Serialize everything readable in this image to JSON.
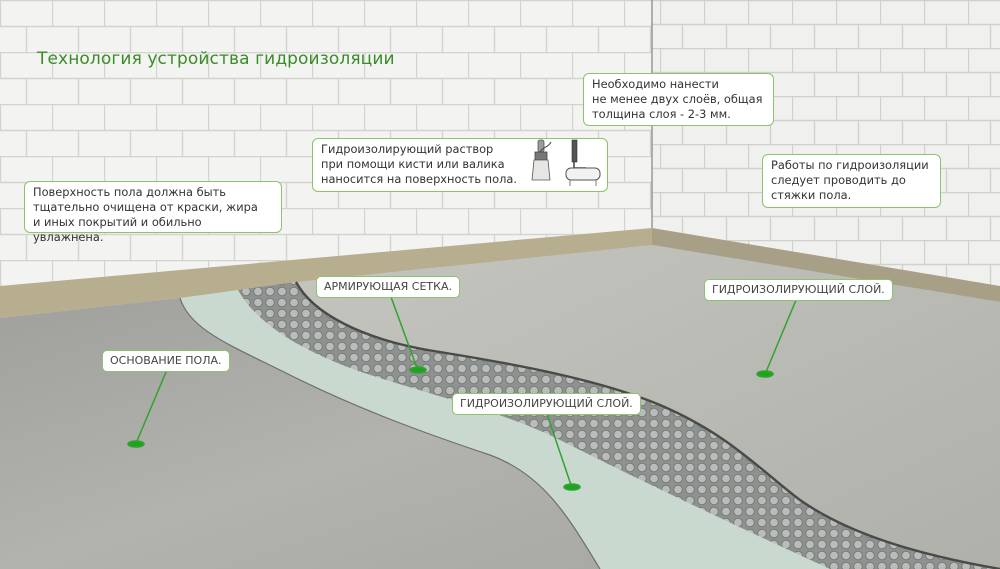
{
  "title": "Технология устройства гидроизоляции",
  "notes": {
    "surface_prep": "Поверхность пола  должна быть\nтщательно очищена от краски, жира\nи иных покрытий и обильно увлажнена.",
    "application": "Гидроизолирующий раствор\nпри помощи кисти или валика\nнаносится на поверхность пола.",
    "layers": "Необходимо нанести\nне менее двух слоёв, общая\nтолщина слоя - 2-3 мм.",
    "timing": "Работы по гидроизоляции\nследует проводить до\nстяжки пола."
  },
  "labels": {
    "floor_base": "ОСНОВАНИЕ ПОЛА.",
    "mesh": "АРМИРУЮЩАЯ СЕТКА.",
    "layer_middle": "ГИДРОИЗОЛИРУЮЩИЙ СЛОЙ.",
    "layer_right": "ГИДРОИЗОЛИРУЮЩИЙ СЛОЙ."
  },
  "colors": {
    "accent": "#3d8a2a",
    "border": "#8cc36f",
    "marker": "#1fa31f",
    "wall": "#f2f2f0",
    "mortar": "#d6d6d2",
    "floor_base": "#a9a9a5",
    "membrane": "#c9d8cf",
    "mesh": "#8f9390",
    "top_layer": "#bcbcb6"
  },
  "icons": [
    "brush-icon",
    "roller-icon"
  ]
}
